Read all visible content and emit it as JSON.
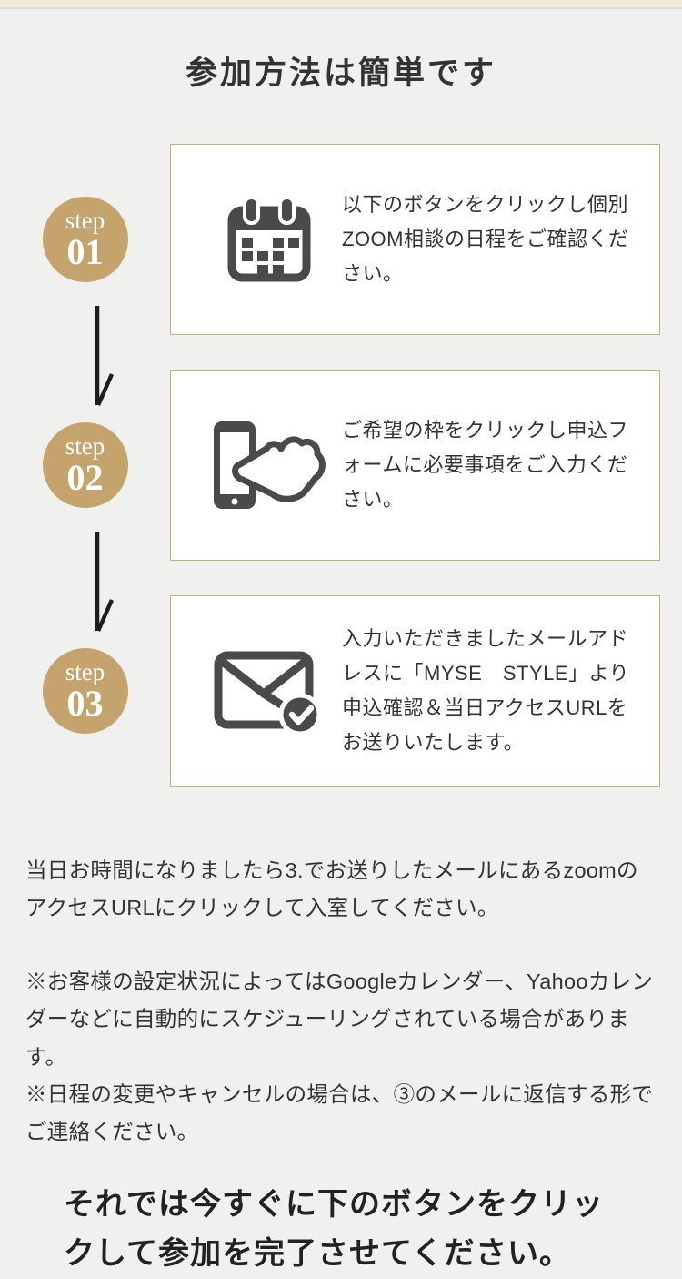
{
  "section": {
    "title": "参加方法は簡単です"
  },
  "steps": [
    {
      "badge_label": "step",
      "badge_number": "01",
      "icon": "calendar-icon",
      "text": "以下のボタンをクリックし個別ZOOM相談の日程をご確認ください。"
    },
    {
      "badge_label": "step",
      "badge_number": "02",
      "icon": "smartphone-tap-icon",
      "text": "ご希望の枠をクリックし申込フォームに必要事項をご入力ください。"
    },
    {
      "badge_label": "step",
      "badge_number": "03",
      "icon": "email-check-icon",
      "text": "入力いただきましたメールアドレスに「MYSE　STYLE」より申込確認＆当日アクセスURLをお送りいたします。"
    }
  ],
  "paragraphs": {
    "instruction": "当日お時間になりましたら3.でお送りしたメールにあるzoomのアクセスURLにクリックして入室してください。",
    "note1": "※お客様の設定状況によってはGoogleカレンダー、Yahooカレンダーなどに自動的にスケジューリングされている場合があります。",
    "note2": "※日程の変更やキャンセルの場合は、③のメールに返信する形でご連絡ください。",
    "cta": "それでは今すぐに下のボタンをクリックして参加を完了させてください。"
  },
  "colors": {
    "background": "#f0f0ef",
    "top_strip": "#f2e9d6",
    "accent_gold": "#c4a46c",
    "box_border": "#c9ad79",
    "icon_gray": "#4a4a4a",
    "text": "#333333"
  }
}
